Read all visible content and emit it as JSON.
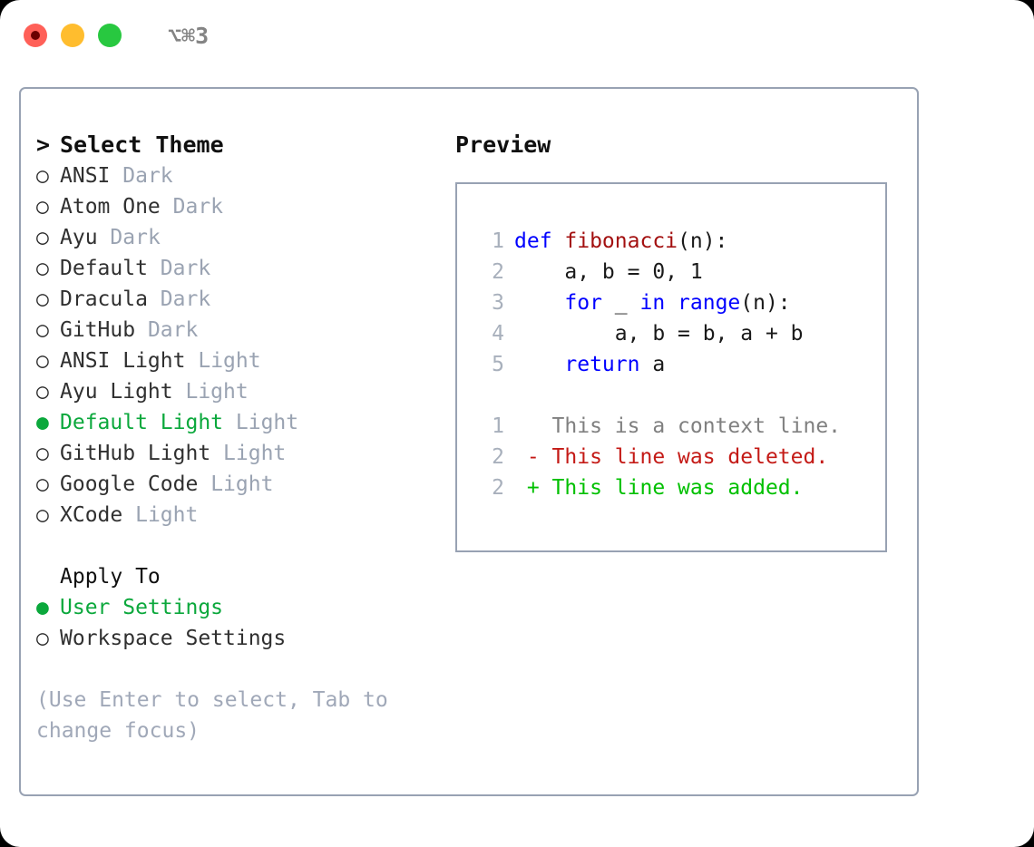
{
  "titlebar": {
    "buttons": [
      {
        "name": "close",
        "color": "#ff6058"
      },
      {
        "name": "minimize",
        "color": "#ffbd2e"
      },
      {
        "name": "maximize",
        "color": "#28c840"
      }
    ],
    "shortcut": "⌥⌘3"
  },
  "colors": {
    "panel_border": "#98a2b3",
    "selected_green": "#0ba83c",
    "muted_gray": "#9aa3b2",
    "hint_gray": "#a0a8b8",
    "keyword_blue": "#0000ff",
    "function_red": "#a31010",
    "diff_delete_red": "#c41a16",
    "diff_add_green": "#00c000",
    "diff_context_gray": "#808080",
    "lineno_gray": "#a8b0bc"
  },
  "theme_list": {
    "prompt": ">",
    "title": "Select Theme",
    "marker_selected": "●",
    "marker_unselected": "○",
    "items": [
      {
        "name": "ANSI",
        "category": "Dark",
        "selected": false
      },
      {
        "name": "Atom One",
        "category": "Dark",
        "selected": false
      },
      {
        "name": "Ayu",
        "category": "Dark",
        "selected": false
      },
      {
        "name": "Default",
        "category": "Dark",
        "selected": false
      },
      {
        "name": "Dracula",
        "category": "Dark",
        "selected": false
      },
      {
        "name": "GitHub",
        "category": "Dark",
        "selected": false
      },
      {
        "name": "ANSI Light",
        "category": "Light",
        "selected": false
      },
      {
        "name": "Ayu Light",
        "category": "Light",
        "selected": false
      },
      {
        "name": "Default Light",
        "category": "Light",
        "selected": true
      },
      {
        "name": "GitHub Light",
        "category": "Light",
        "selected": false
      },
      {
        "name": "Google Code",
        "category": "Light",
        "selected": false
      },
      {
        "name": "XCode",
        "category": "Light",
        "selected": false
      }
    ]
  },
  "apply_to": {
    "label": "Apply To",
    "items": [
      {
        "name": "User Settings",
        "selected": true
      },
      {
        "name": "Workspace Settings",
        "selected": false
      }
    ]
  },
  "hint": "(Use Enter to select, Tab to change focus)",
  "preview": {
    "title": "Preview",
    "code_lines": [
      {
        "no": "1",
        "tokens": [
          {
            "t": "def ",
            "k": "kw"
          },
          {
            "t": "fibonacci",
            "k": "fn"
          },
          {
            "t": "(n):",
            "k": "plain"
          }
        ]
      },
      {
        "no": "2",
        "tokens": [
          {
            "t": "    a, b = 0, 1",
            "k": "plain"
          }
        ]
      },
      {
        "no": "3",
        "tokens": [
          {
            "t": "    ",
            "k": "plain"
          },
          {
            "t": "for",
            "k": "kw"
          },
          {
            "t": " _ ",
            "k": "plain"
          },
          {
            "t": "in range",
            "k": "kw"
          },
          {
            "t": "(n):",
            "k": "plain"
          }
        ]
      },
      {
        "no": "4",
        "tokens": [
          {
            "t": "        a, b = b, a + b",
            "k": "plain"
          }
        ]
      },
      {
        "no": "5",
        "tokens": [
          {
            "t": "    ",
            "k": "plain"
          },
          {
            "t": "return",
            "k": "kw"
          },
          {
            "t": " a",
            "k": "plain"
          }
        ]
      }
    ],
    "diff_lines": [
      {
        "no": "1",
        "sign": " ",
        "text": "This is a context line.",
        "kind": "ctx"
      },
      {
        "no": "2",
        "sign": "-",
        "text": "This line was deleted.",
        "kind": "del"
      },
      {
        "no": "2",
        "sign": "+",
        "text": "This line was added.",
        "kind": "add"
      }
    ]
  }
}
